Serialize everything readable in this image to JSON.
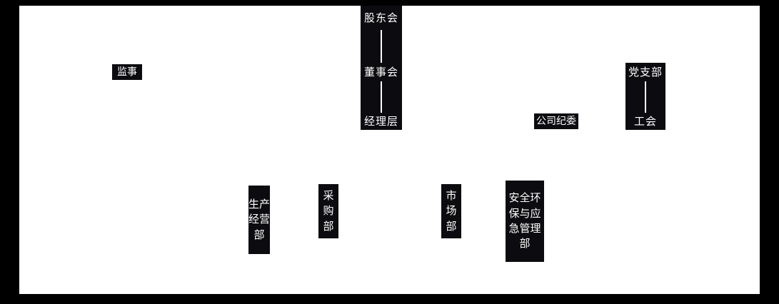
{
  "canvas": {
    "frame_color": "#000000",
    "background_color": "#ffffff",
    "node_background": "#0b0b10",
    "node_text_color": "#ffffff"
  },
  "org": {
    "shareholders": "股东会",
    "board": "董事会",
    "management": "经理层",
    "supervisor": "监事",
    "party_branch": "党支部",
    "labor_union": "工会",
    "discipline_committee": "公司纪委",
    "departments": {
      "production": "生产经营部",
      "procurement": "采购部",
      "market": "市场部",
      "safety": "安全环保与应急管理部"
    }
  }
}
